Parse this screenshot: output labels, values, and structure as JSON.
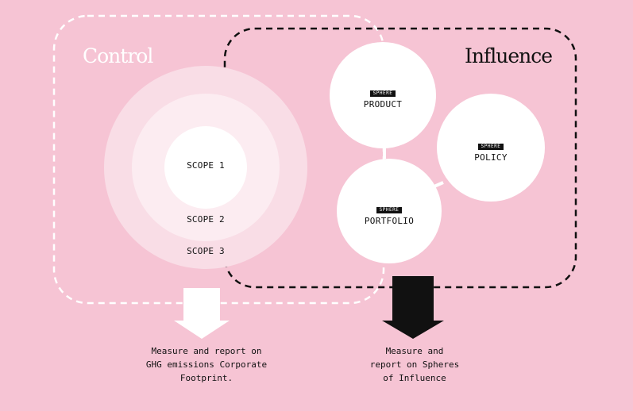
{
  "diagram": {
    "control": {
      "title": "Control",
      "scopes": [
        "SCOPE 1",
        "SCOPE 2",
        "SCOPE 3"
      ],
      "caption": "Measure and report on\nGHG emissions Corporate\nFootprint."
    },
    "influence": {
      "title": "Influence",
      "sphere_tag": "SPHERE",
      "spheres": [
        "PRODUCT",
        "POLICY",
        "PORTFOLIO"
      ],
      "caption": "Measure and\nreport on Spheres\nof Influence"
    },
    "colors": {
      "background": "#f6c4d4",
      "control_accent": "#ffffff",
      "influence_accent": "#111111"
    }
  }
}
